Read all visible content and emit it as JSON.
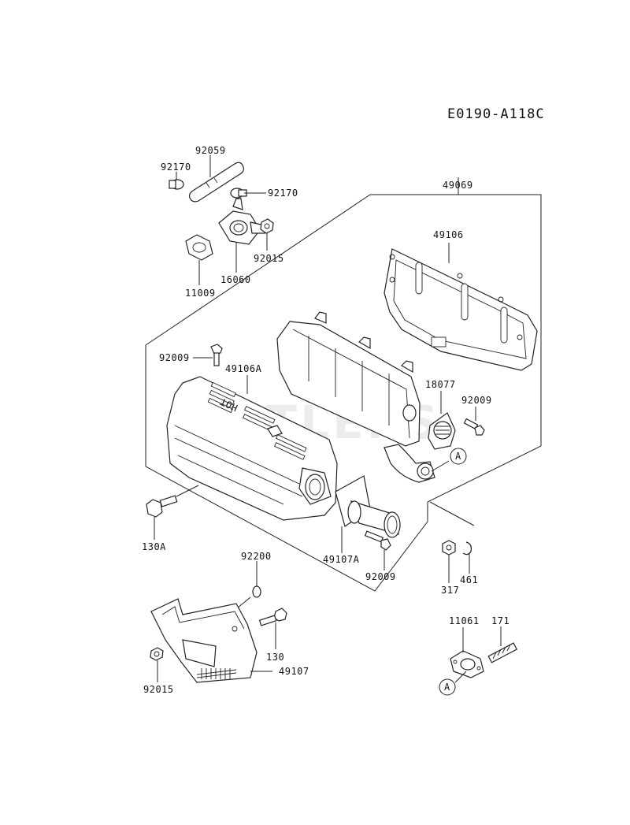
{
  "diagram_code": "E0190-A118C",
  "watermark": "CUTLERS",
  "embossed_text": "HOT",
  "ref_mark": "A",
  "labels": {
    "p92059": "92059",
    "p92170a": "92170",
    "p92170b": "92170",
    "p92015a": "92015",
    "p16060": "16060",
    "p11009": "11009",
    "p49069": "49069",
    "p49106": "49106",
    "p92009a": "92009",
    "p49106A": "49106A",
    "p18077": "18077",
    "p92009b": "92009",
    "p130A": "130A",
    "p49107A": "49107A",
    "p92009c": "92009",
    "p317": "317",
    "p461": "461",
    "p92200": "92200",
    "p130": "130",
    "p49107": "49107",
    "p92015b": "92015",
    "p11061": "11061",
    "p171": "171"
  }
}
